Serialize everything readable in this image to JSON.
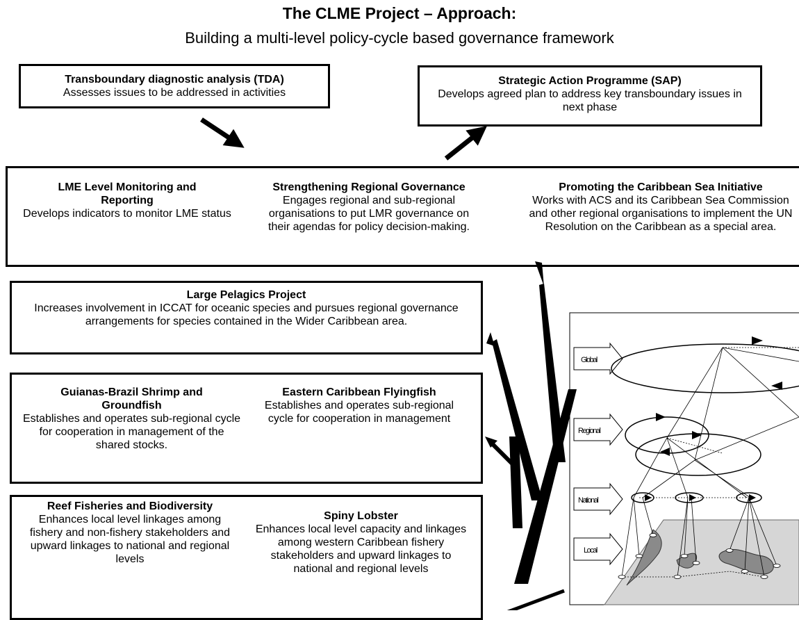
{
  "title": "The CLME Project – Approach:",
  "subtitle": "Building a multi-level policy-cycle based governance framework",
  "tda": {
    "heading": "Transboundary diagnostic analysis (TDA)",
    "text": "Assesses issues to be addressed in activities"
  },
  "sap": {
    "heading": "Strategic Action Programme (SAP)",
    "text": "Develops agreed plan to address key transboundary issues in next phase"
  },
  "regional_row": [
    {
      "heading": "LME Level Monitoring and Reporting",
      "text": "Develops indicators to monitor LME status"
    },
    {
      "heading": "Strengthening Regional Governance",
      "text": "Engages regional and sub-regional organisations to put LMR governance on their agendas for policy decision-making."
    },
    {
      "heading": "Promoting the Caribbean Sea Initiative",
      "text": "Works with ACS and its Caribbean Sea Commission and other regional organisations to implement the UN Resolution on the Caribbean as a special area."
    }
  ],
  "pelagics": {
    "heading": "Large Pelagics Project",
    "text": "Increases involvement in ICCAT for oceanic species and pursues regional governance arrangements for species contained in the Wider Caribbean area."
  },
  "subregional_row": [
    {
      "heading": "Guianas-Brazil Shrimp and Groundfish",
      "text": "Establishes and operates sub-regional cycle for cooperation in management of  the shared stocks."
    },
    {
      "heading": "Eastern Caribbean Flyingfish",
      "text": "Establishes and operates sub-regional cycle for cooperation in management"
    }
  ],
  "local_row": [
    {
      "heading": "Reef Fisheries and Biodiversity",
      "text": "Enhances local level linkages among fishery and non-fishery stakeholders and upward linkages to national and regional levels"
    },
    {
      "heading": "Spiny Lobster",
      "text": "Enhances local level capacity and linkages among western Caribbean fishery stakeholders and upward linkages to national and regional levels"
    }
  ],
  "levels": [
    "Global",
    "Regional",
    "National",
    "Local"
  ]
}
